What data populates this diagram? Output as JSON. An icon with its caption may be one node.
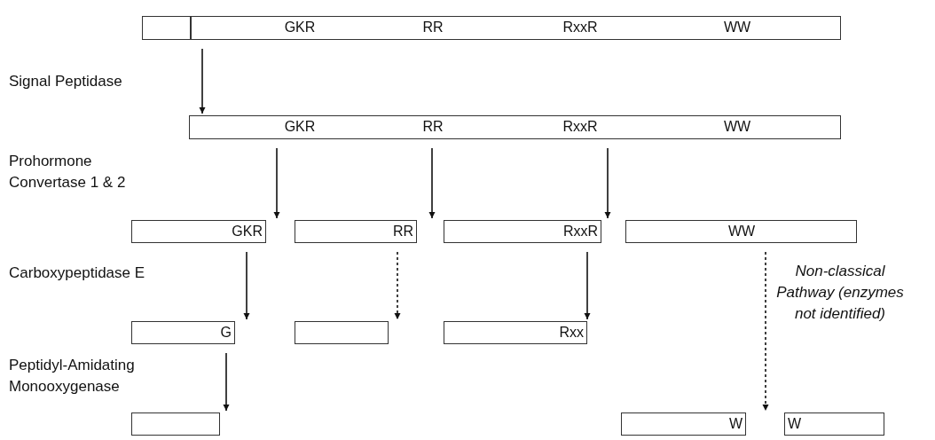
{
  "diagram": {
    "nodes": [
      {
        "text": [
          "GKR",
          "RR",
          "RxxR",
          "WW"
        ]
      },
      {
        "text": [
          "GKR",
          "RR",
          "RxxR",
          "WW"
        ]
      },
      {
        "text": [
          "GKR"
        ]
      },
      {
        "text": [
          "RR"
        ]
      },
      {
        "text": [
          "RxxR"
        ]
      },
      {
        "text": [
          "WW"
        ]
      },
      {
        "text": [
          "G"
        ]
      },
      {
        "text": [],
        "shape": "bar"
      },
      {
        "text": [
          "Rxx"
        ]
      },
      {
        "text": [],
        "shape": "bar"
      },
      {
        "text": [
          "W"
        ]
      },
      {
        "text": [
          "W"
        ]
      }
    ],
    "edges": [
      {
        "from": 0,
        "to": 1,
        "arrow": "to"
      },
      {
        "from": 1,
        "to": 2,
        "arrow": "to"
      },
      {
        "from": 1,
        "to": 3,
        "arrow": "to"
      },
      {
        "from": 1,
        "to": 4,
        "arrow": "to"
      },
      {
        "from": 2,
        "to": 6,
        "arrow": "to"
      },
      {
        "from": 3,
        "to": 7,
        "arrow": "to",
        "style": "dashed"
      },
      {
        "from": 4,
        "to": 8,
        "arrow": "to"
      },
      {
        "from": 6,
        "to": 9,
        "arrow": "to"
      },
      {
        "from": 5,
        "to": 10,
        "arrow": "to",
        "style": "dashed"
      }
    ],
    "labels": [
      "Signal Peptidase",
      "Prohormone Convertase 1 & 2",
      "Carboxypeptidase E",
      "Peptidyl-Amidating Monooxygenase",
      "Non-classical Pathway (enzymes not identified)"
    ]
  }
}
